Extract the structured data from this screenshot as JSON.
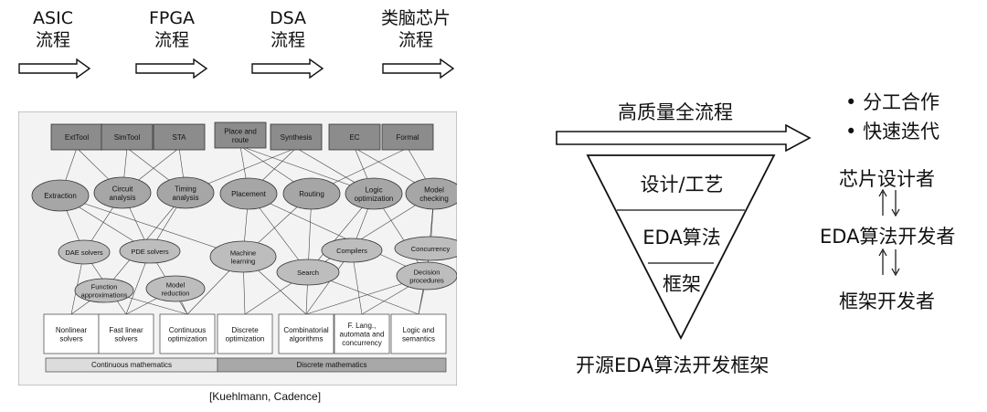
{
  "stages": [
    {
      "line1": "ASIC",
      "line2": "流程"
    },
    {
      "line1": "FPGA",
      "line2": "流程"
    },
    {
      "line1": "DSA",
      "line2": "流程"
    },
    {
      "line1": "类脑芯片",
      "line2": "流程"
    }
  ],
  "diagram": {
    "tools": [
      "ExtTool",
      "SimTool",
      "STA",
      "Place and route",
      "Synthesis",
      "EC",
      "Formal"
    ],
    "tasks": [
      "Extraction",
      "Circuit analysis",
      "Timing analysis",
      "Placement",
      "Routing",
      "Logic optimization",
      "Model checking"
    ],
    "methods": [
      "DAE solvers",
      "PDE solvers",
      "Machine learning",
      "Compilers",
      "Concurrency",
      "Search",
      "Decision procedures",
      "Function approximations",
      "Model reduction"
    ],
    "foundations": [
      "Nonlinear solvers",
      "Fast linear solvers",
      "Continuous optimization",
      "Discrete optimization",
      "Combinatorial algorithms",
      "F. Lang., automata and concurrency",
      "Logic and semantics"
    ],
    "math_bar": [
      "Continuous mathematics",
      "Discrete mathematics"
    ],
    "citation": "[Kuehlmann, Cadence]"
  },
  "framework": {
    "arrow_label": "高质量全流程",
    "layers": [
      "设计/工艺",
      "EDA算法",
      "框架"
    ],
    "caption": "开源EDA算法开发框架"
  },
  "roles": {
    "bullets": [
      "分工合作",
      "快速迭代"
    ],
    "chip_designer": "芯片设计者",
    "algo_developer": "EDA算法开发者",
    "framework_developer": "框架开发者"
  }
}
